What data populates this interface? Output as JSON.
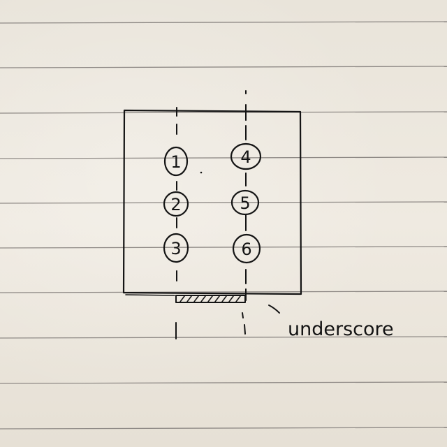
{
  "diagram": {
    "pins": [
      {
        "id": 1,
        "label": "1"
      },
      {
        "id": 2,
        "label": "2"
      },
      {
        "id": 3,
        "label": "3"
      },
      {
        "id": 4,
        "label": "4"
      },
      {
        "id": 5,
        "label": "5"
      },
      {
        "id": 6,
        "label": "6"
      }
    ],
    "callout_label": "underscore"
  },
  "colors": {
    "paper": "#ece6dc",
    "ruled_line": "#8f8a86",
    "ink": "#141414"
  }
}
